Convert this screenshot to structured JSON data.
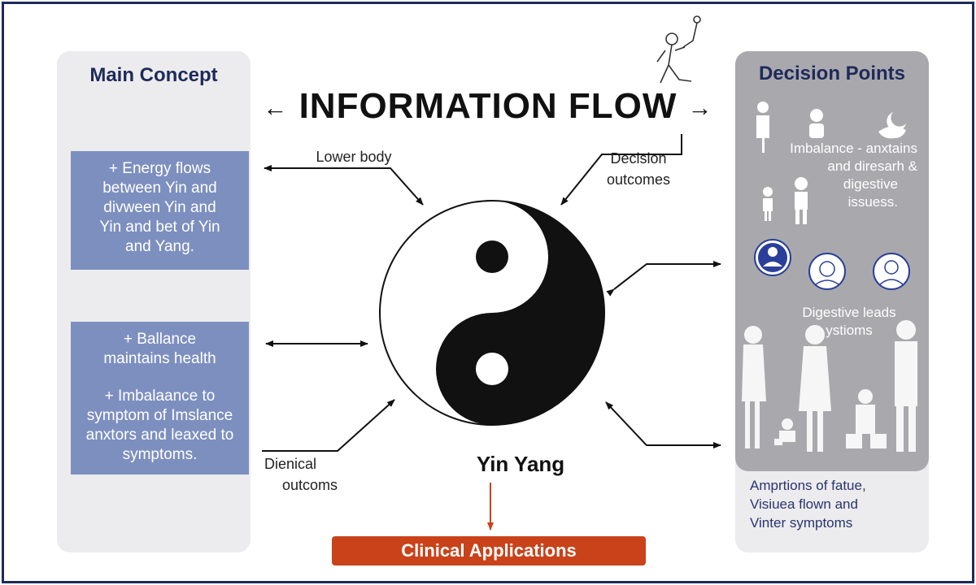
{
  "title": "INFORMATION FLOW",
  "title_arrow_left": "←",
  "title_arrow_right": "→",
  "left_panel": {
    "title": "Main Concept",
    "box1": [
      "+ Energy flows",
      "between Yin and",
      "divween Yin and",
      "Yin and bet of Yin",
      "and Yang."
    ],
    "box2_a": [
      "+ Ballance",
      "maintains health"
    ],
    "box2_b": [
      "+ Imbalaance to",
      "symptom  of Imslance",
      "anxtors and leaxed to",
      "symptoms."
    ]
  },
  "center": {
    "label_top_left": "Lower body",
    "label_top_right": [
      "Decision",
      "outcomes"
    ],
    "label_bottom_left": [
      "Dienical",
      "outcoms"
    ],
    "yin_yang_label": "Yin Yang",
    "clinical_button": "Clinical Applications"
  },
  "right_panel": {
    "title": "Decision Points",
    "text1": [
      "Imbalance - anxtains",
      "and diresarh &",
      "digestive",
      "issuess."
    ],
    "text2": [
      "Digestive leads",
      "ystioms"
    ],
    "bottom_text": [
      "Amprtions of fatue,",
      "Visiuea flown and",
      "Vinter symptoms"
    ]
  },
  "colors": {
    "navy": "#1f2a5a",
    "box_blue": "#7d8fbf",
    "panel_gray": "#a9a9ad",
    "clinical_orange": "#c9421a",
    "icon_blue": "#2b3f9a"
  }
}
